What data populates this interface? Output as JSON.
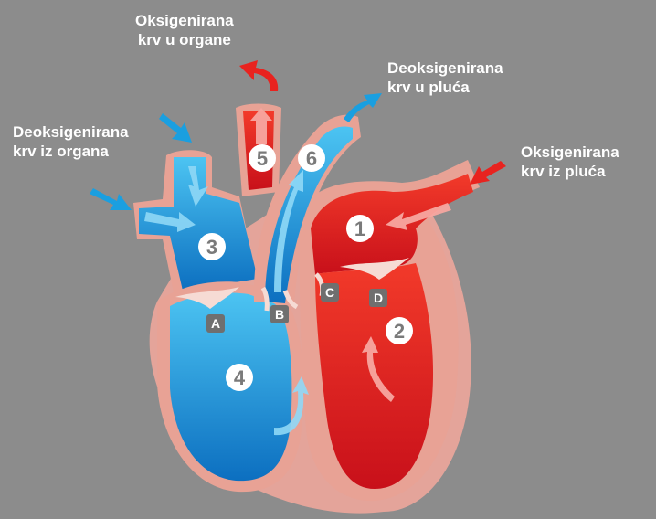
{
  "captions": {
    "oxy_to_organs": [
      "Oksigenirana",
      "krv u organe"
    ],
    "deoxy_to_lungs": [
      "Deoksigenirana",
      "krv u pluća"
    ],
    "deoxy_from_organs": [
      "Deoksigenirana",
      "krv iz organa"
    ],
    "oxy_from_lungs": [
      "Oksigenirana",
      "krv iz pluća"
    ]
  },
  "numbers": [
    "1",
    "2",
    "3",
    "4",
    "5",
    "6"
  ],
  "letters": [
    "A",
    "B",
    "C",
    "D"
  ],
  "colors": {
    "background": "#8c8c8c",
    "oxygenated": "#e8231f",
    "deoxygenated": "#1a9fe0",
    "wall": "#e4a49a",
    "valve_badge": "#6f6f6f"
  }
}
